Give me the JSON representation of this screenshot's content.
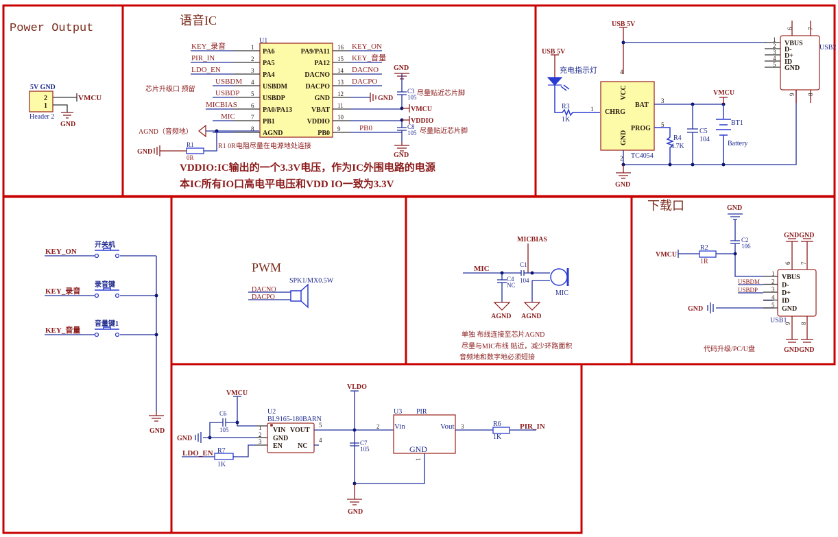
{
  "panels": {
    "power_output": {
      "title": "Power Output",
      "connector_top_label": "5V GND",
      "pins": [
        "2",
        "1"
      ],
      "connector_name": "Header 2",
      "net_vmcu": "VMCU",
      "net_gnd": "GND"
    },
    "voice_ic": {
      "title": "语音IC",
      "designator": "U1",
      "left_pins": [
        {
          "num": "1",
          "name": "PA6",
          "net": "KEY_录音"
        },
        {
          "num": "2",
          "name": "PA5",
          "net": "PIR_IN"
        },
        {
          "num": "3",
          "name": "PA4",
          "net": "LDO_EN"
        },
        {
          "num": "4",
          "name": "USBDM",
          "net": "USBDM"
        },
        {
          "num": "5",
          "name": "USBDP",
          "net": "USBDP"
        },
        {
          "num": "6",
          "name": "PA0/PA13",
          "net": "MICBIAS"
        },
        {
          "num": "7",
          "name": "PB1",
          "net": "MIC"
        },
        {
          "num": "8",
          "name": "AGND",
          "net": ""
        }
      ],
      "right_pins": [
        {
          "num": "16",
          "name": "PA9/PA11",
          "net": "KEY_ON"
        },
        {
          "num": "15",
          "name": "PA12",
          "net": "KEY_音量"
        },
        {
          "num": "14",
          "name": "DACNO",
          "net": "DACNO"
        },
        {
          "num": "13",
          "name": "DACPO",
          "net": "DACPO"
        },
        {
          "num": "12",
          "name": "GND",
          "net": "GND"
        },
        {
          "num": "11",
          "name": "VBAT",
          "net": "VMCU"
        },
        {
          "num": "10",
          "name": "VDDIO",
          "net": "VDDIO"
        },
        {
          "num": "9",
          "name": "PB0",
          "net": "PB0"
        }
      ],
      "upgrade_note": "芯片升级口 预留",
      "agnd_label": "AGND（音频地）",
      "r1": {
        "ref": "R1",
        "value": "0R"
      },
      "r1_note": "R1 0R电阻尽量在电源地处连接",
      "c3": {
        "ref": "C3",
        "value": "105",
        "note": "尽量贴近芯片脚"
      },
      "c8": {
        "ref": "C8",
        "value": "105",
        "note": "尽量贴近芯片脚"
      },
      "gnd": "GND",
      "note_line1": "VDDIO:IC输出的一个3.3V电压，作为IC外围电路的电源",
      "note_line2": "本IC所有IO口高电平电压和VDD IO一致为3.3V"
    },
    "charger": {
      "usb5v_a": "USB 5V",
      "usb5v_b": "USB 5V",
      "led_label": "充电指示灯",
      "r3": {
        "ref": "R3",
        "value": "1K"
      },
      "ic_name": "TC4054",
      "ic_pins": {
        "vcc": "VCC",
        "chrg": "CHRG",
        "bat": "BAT",
        "prog": "PROG",
        "gnd": "GND"
      },
      "pin_nums": {
        "vcc": "4",
        "chrg": "1",
        "bat": "3",
        "prog": "5",
        "gnd": "2"
      },
      "r4": {
        "ref": "R4",
        "value": "4.7K"
      },
      "c5": {
        "ref": "C5",
        "value": "104"
      },
      "bt1": {
        "ref": "BT1",
        "value": "Battery"
      },
      "vmcu": "VMCU",
      "gnd": "GND",
      "usb2": {
        "ref": "USB2",
        "pins": [
          {
            "num": "1",
            "name": "VBUS"
          },
          {
            "num": "2",
            "name": "D-"
          },
          {
            "num": "3",
            "name": "D+"
          },
          {
            "num": "4",
            "name": "ID"
          },
          {
            "num": "5",
            "name": "GND"
          }
        ],
        "shield_pins": [
          "6",
          "7",
          "9",
          "8"
        ]
      }
    },
    "keys": {
      "rows": [
        {
          "net": "KEY_ON",
          "switch": "开关机"
        },
        {
          "net": "KEY_录音",
          "switch": "录音键"
        },
        {
          "net": "KEY_音量",
          "switch": "音量键1"
        }
      ],
      "gnd": "GND"
    },
    "pwm": {
      "title": "PWM",
      "speaker": "SPK1/MX0.5W",
      "nets": [
        "DACNO",
        "DACPO"
      ]
    },
    "mic": {
      "micbias": "MICBIAS",
      "mic_net": "MIC",
      "c1": {
        "ref": "C1",
        "value": "104"
      },
      "c4": {
        "ref": "C4",
        "value": "NC"
      },
      "mic_label": "MIC",
      "agnd": "AGND",
      "notes": [
        "单独 布线连接至芯片AGND",
        "尽量与MIC布线 贴近，减少环路面积",
        "音频地和数字地必须短接"
      ]
    },
    "download": {
      "title": "下载口",
      "gnd": "GND",
      "c2": {
        "ref": "C2",
        "value": "106"
      },
      "r2": {
        "ref": "R2",
        "value": "1R"
      },
      "vmcu": "VMCU",
      "nets": {
        "usbdm": "USBDM",
        "usbdp": "USBDP"
      },
      "usb1": {
        "ref": "USB1",
        "pins": [
          {
            "num": "1",
            "name": "VBUS"
          },
          {
            "num": "2",
            "name": "D-"
          },
          {
            "num": "3",
            "name": "D+"
          },
          {
            "num": "4",
            "name": "ID"
          },
          {
            "num": "5",
            "name": "GND"
          }
        ],
        "shield_pins": [
          "6",
          "7",
          "9",
          "8"
        ]
      },
      "gndgnd": "GNDGND",
      "note": "代码升级/PC/U盘"
    },
    "ldo_pir": {
      "vmcu": "VMCU",
      "vldo": "VLDO",
      "gnd": "GND",
      "c6": {
        "ref": "C6",
        "value": "105"
      },
      "c7": {
        "ref": "C7",
        "value": "105"
      },
      "u2": {
        "ref": "U2",
        "part": "BL9165-180BARN"
      },
      "u2_pins": [
        {
          "num": "1",
          "name": "VIN"
        },
        {
          "num": "2",
          "name": "GND"
        },
        {
          "num": "3",
          "name": "EN"
        },
        {
          "num": "5",
          "name": "VOUT"
        },
        {
          "num": "4",
          "name": "NC"
        }
      ],
      "r7": {
        "ref": "R7",
        "value": "1K"
      },
      "ldo_en": "LDO_EN",
      "u3": {
        "ref": "U3",
        "part": "PIR"
      },
      "u3_pins": [
        {
          "num": "2",
          "name": "Vin"
        },
        {
          "num": "3",
          "name": "Vout"
        },
        {
          "num": "1",
          "name": "GND"
        }
      ],
      "r6": {
        "ref": "R6",
        "value": "1K"
      },
      "pir_in": "PIR_IN"
    }
  }
}
